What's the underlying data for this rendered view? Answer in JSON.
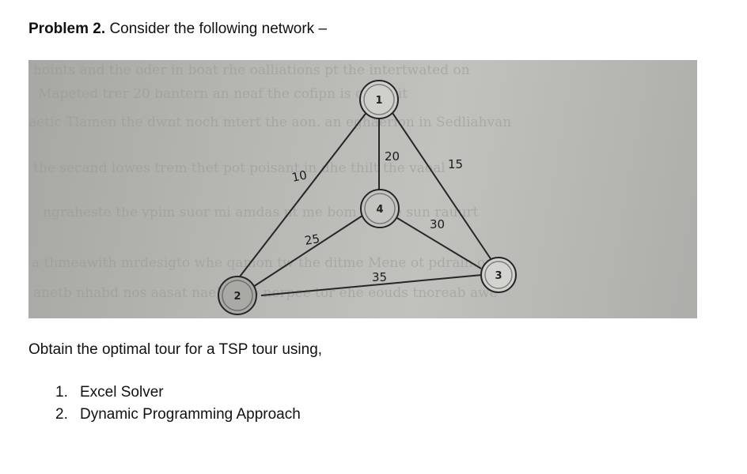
{
  "problem": {
    "label": "Problem 2.",
    "text": "Consider the following network –"
  },
  "network_figure": {
    "nodes": [
      {
        "id": "1",
        "label": "1"
      },
      {
        "id": "2",
        "label": "2"
      },
      {
        "id": "3",
        "label": "3"
      },
      {
        "id": "4",
        "label": "4"
      }
    ],
    "edges": [
      {
        "from": "1",
        "to": "2",
        "weight": "10"
      },
      {
        "from": "1",
        "to": "4",
        "weight": "20"
      },
      {
        "from": "1",
        "to": "3",
        "weight": "15"
      },
      {
        "from": "2",
        "to": "4",
        "weight": "25"
      },
      {
        "from": "4",
        "to": "3",
        "weight": "30"
      },
      {
        "from": "2",
        "to": "3",
        "weight": "35"
      }
    ]
  },
  "prompt": "Obtain the optimal tour for a TSP tour using,",
  "tasks": [
    {
      "number": "1.",
      "text": "Excel Solver"
    },
    {
      "number": "2.",
      "text": "Dynamic Programming Approach"
    }
  ]
}
